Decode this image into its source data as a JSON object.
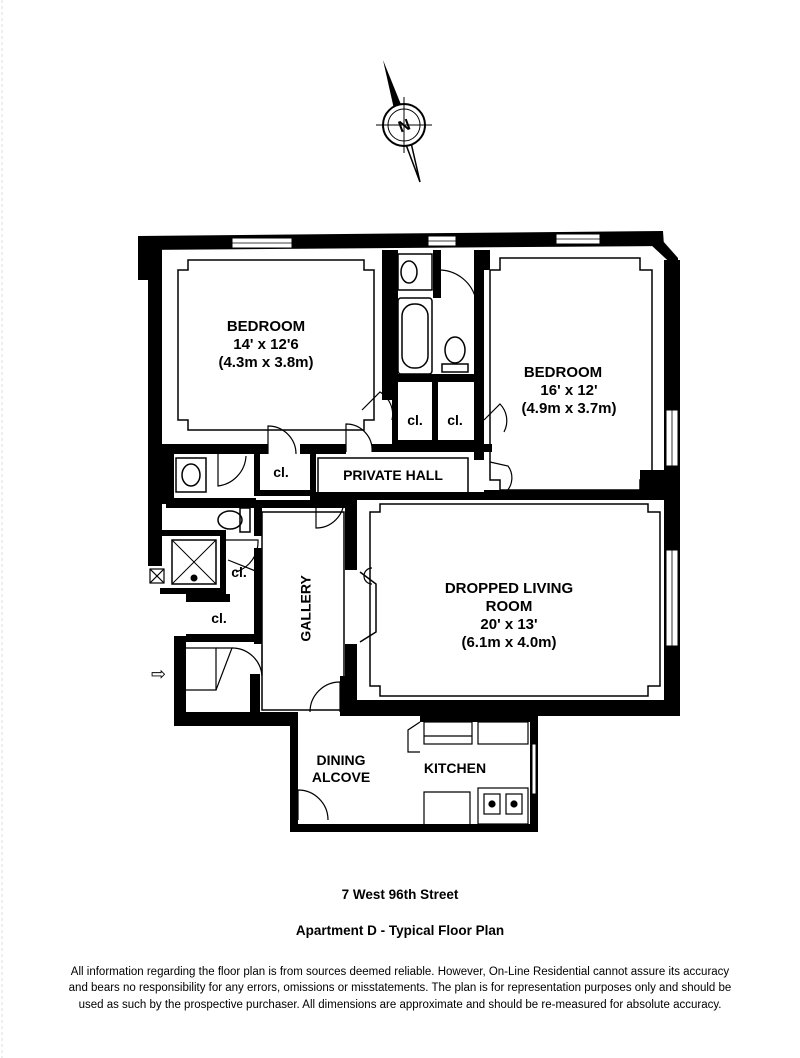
{
  "rooms": {
    "bedroom1": {
      "name": "BEDROOM",
      "size": "14' x 12'6",
      "metric": "(4.3m x 3.8m)"
    },
    "bedroom2": {
      "name": "BEDROOM",
      "size": "16' x 12'",
      "metric": "(4.9m x 3.7m)"
    },
    "living": {
      "name_line1": "DROPPED LIVING",
      "name_line2": "ROOM",
      "size": "20' x 13'",
      "metric": "(6.1m x 4.0m)"
    },
    "private_hall": "PRIVATE HALL",
    "gallery": "GALLERY",
    "dining_line1": "DINING",
    "dining_line2": "ALCOVE",
    "kitchen": "KITCHEN",
    "closet": "cl."
  },
  "compass": {
    "north_label": "N"
  },
  "entry_arrow": "⇨",
  "footer": {
    "address": "7 West 96th Street",
    "plan_title": "Apartment D - Typical Floor Plan",
    "disclaimer_lines": [
      "All information regarding the floor plan is from sources deemed reliable.  However, On-Line Residential cannot assure its accuracy",
      "and bears no responsibility for any errors, omissions or misstatements.  The plan is for representation purposes only and should be",
      "used as such by the prospective purchaser.  All dimensions are approximate and should be re-measured for absolute accuracy."
    ]
  }
}
